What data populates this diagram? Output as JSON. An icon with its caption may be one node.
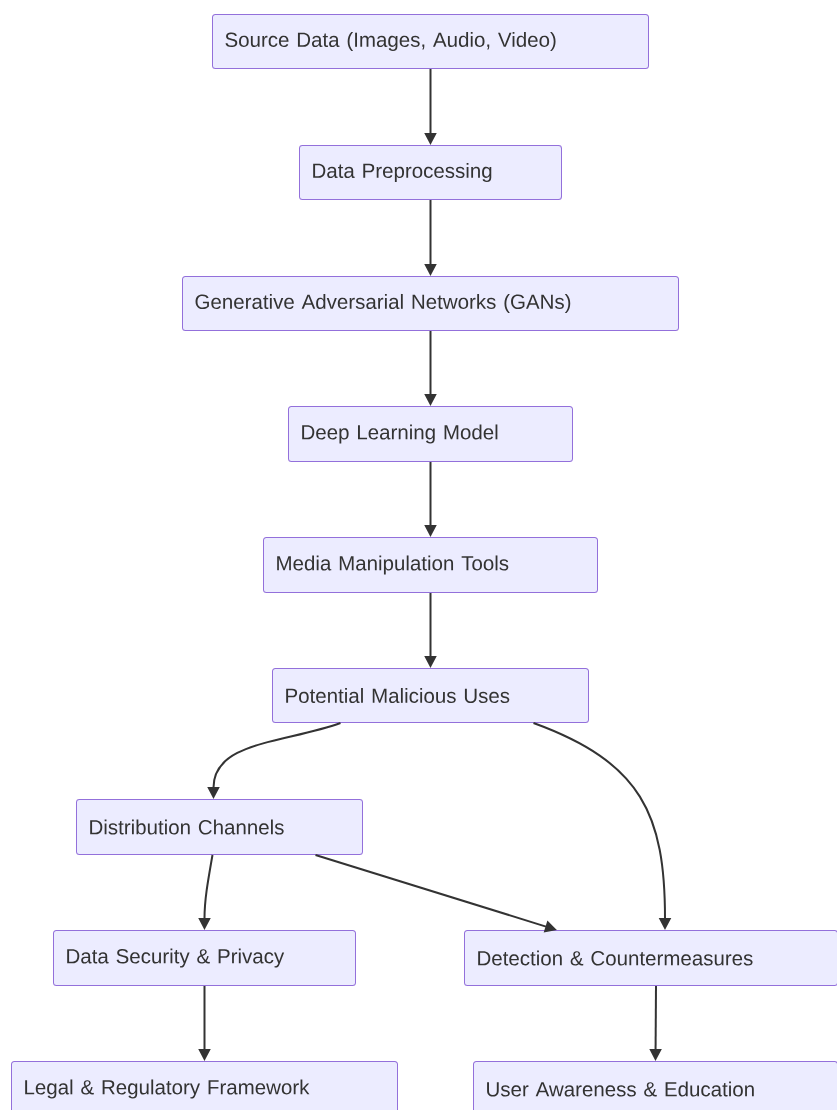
{
  "diagram": {
    "nodes": [
      {
        "text": [
          "Source Data (Images, Audio, Video)"
        ]
      },
      {
        "text": [
          "Data Preprocessing"
        ]
      },
      {
        "text": [
          "Generative Adversarial Networks (GANs)"
        ]
      },
      {
        "text": [
          "Deep Learning Model"
        ]
      },
      {
        "text": [
          "Media Manipulation Tools"
        ]
      },
      {
        "text": [
          "Potential Malicious Uses"
        ]
      },
      {
        "text": [
          "Distribution Channels"
        ]
      },
      {
        "text": [
          "Data Security & Privacy"
        ]
      },
      {
        "text": [
          "Detection & Countermeasures"
        ]
      },
      {
        "text": [
          "Legal & Regulatory Framework"
        ]
      },
      {
        "text": [
          "User Awareness & Education"
        ]
      }
    ],
    "edges": [
      {
        "from": 0,
        "to": 1,
        "arrow": "to"
      },
      {
        "from": 1,
        "to": 2,
        "arrow": "to"
      },
      {
        "from": 2,
        "to": 3,
        "arrow": "to"
      },
      {
        "from": 3,
        "to": 4,
        "arrow": "to"
      },
      {
        "from": 4,
        "to": 5,
        "arrow": "to"
      },
      {
        "from": 5,
        "to": 6,
        "arrow": "to"
      },
      {
        "from": 5,
        "to": 8,
        "arrow": "to"
      },
      {
        "from": 6,
        "to": 7,
        "arrow": "to"
      },
      {
        "from": 6,
        "to": 8,
        "arrow": "to"
      },
      {
        "from": 7,
        "to": 9,
        "arrow": "to"
      },
      {
        "from": 8,
        "to": 10,
        "arrow": "to"
      }
    ]
  }
}
